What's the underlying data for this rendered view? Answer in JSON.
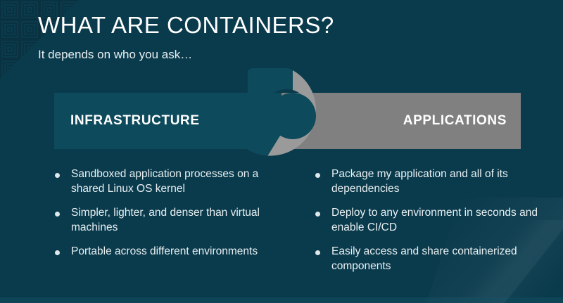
{
  "slide": {
    "title": "WHAT ARE CONTAINERS?",
    "subtitle": "It depends on who you ask…",
    "background_color": "#0a3b4d",
    "bottom_band_color": "#0e4557"
  },
  "diagram": {
    "left_bar": {
      "label": "INFRASTRUCTURE",
      "color": "#0d4a5c"
    },
    "right_bar": {
      "label": "APPLICATIONS",
      "color": "#808080"
    },
    "donut": {
      "left_arc_color": "#0d4a5c",
      "right_arc_color": "#9a9a9a",
      "center_color": "#0d4a5c"
    }
  },
  "columns": {
    "left": {
      "bullets": [
        "Sandboxed application processes on a shared Linux OS kernel",
        "Simpler, lighter, and denser than virtual machines",
        "Portable across different environments"
      ]
    },
    "right": {
      "bullets": [
        "Package my application and all of its dependencies",
        "Deploy to any environment in seconds and enable CI/CD",
        "Easily access and share containerized components"
      ]
    }
  },
  "decor": {
    "corner_pattern": "nested-squares-circuit-pattern",
    "corner_pattern_color": "#0b2f3d"
  }
}
